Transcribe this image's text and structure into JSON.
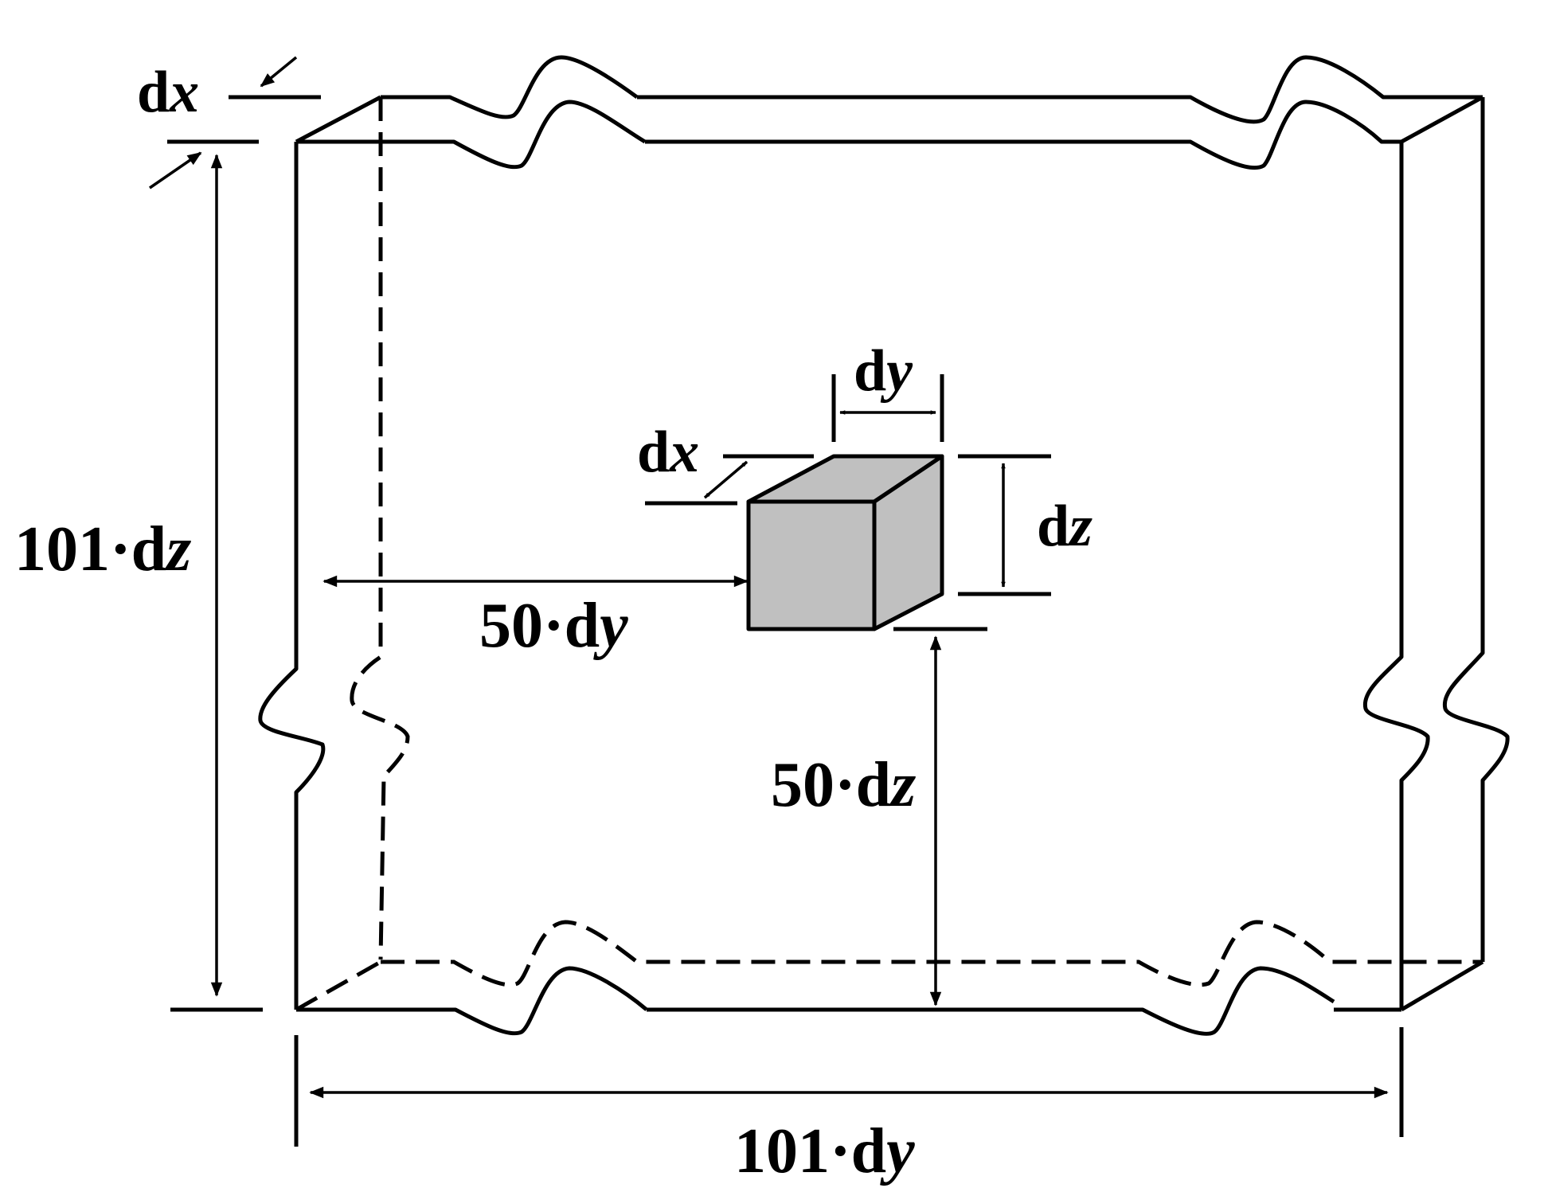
{
  "labels": {
    "dx_top": {
      "pre": "d",
      "ital": "x"
    },
    "height": {
      "pre": "101·d",
      "ital": "z"
    },
    "cube_dy": {
      "pre": "d",
      "ital": "y"
    },
    "cube_dx": {
      "pre": "d",
      "ital": "x"
    },
    "cube_dz": {
      "pre": "d",
      "ital": "z"
    },
    "offset_y": {
      "pre": "50·d",
      "ital": "y"
    },
    "offset_z": {
      "pre": "50·d",
      "ital": "z"
    },
    "width": {
      "pre": "101·d",
      "ital": "y"
    }
  },
  "colors": {
    "cube_fill": "#c0c0c0",
    "stroke": "#000000"
  }
}
